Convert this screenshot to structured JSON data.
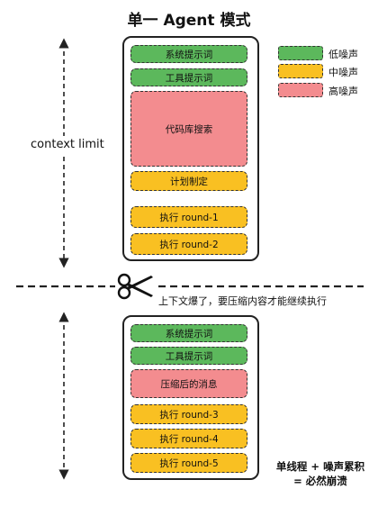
{
  "title": "单一 Agent 模式",
  "legend": [
    {
      "label": "低噪声",
      "color": "#5cb85c"
    },
    {
      "label": "中噪声",
      "color": "#f9c022"
    },
    {
      "label": "高噪声",
      "color": "#f38c8f"
    }
  ],
  "context_limit_label": "context limit",
  "top_blocks": [
    {
      "label": "系统提示词",
      "noise": "low"
    },
    {
      "label": "工具提示词",
      "noise": "low"
    },
    {
      "label": "代码库搜索",
      "noise": "high"
    },
    {
      "label": "计划制定",
      "noise": "medium"
    },
    {
      "label": "执行 round-1",
      "noise": "medium"
    },
    {
      "label": "执行 round-2",
      "noise": "medium"
    }
  ],
  "cut_icon": "scissors-icon",
  "cut_label": "上下文爆了，要压缩内容才能继续执行",
  "bottom_blocks": [
    {
      "label": "系统提示词",
      "noise": "low"
    },
    {
      "label": "工具提示词",
      "noise": "low"
    },
    {
      "label": "压缩后的消息",
      "noise": "high"
    },
    {
      "label": "执行 round-3",
      "noise": "medium"
    },
    {
      "label": "执行 round-4",
      "noise": "medium"
    },
    {
      "label": "执行 round-5",
      "noise": "medium"
    }
  ],
  "summary_line1": "单线程 + 噪声累积",
  "summary_line2": "= 必然崩溃"
}
